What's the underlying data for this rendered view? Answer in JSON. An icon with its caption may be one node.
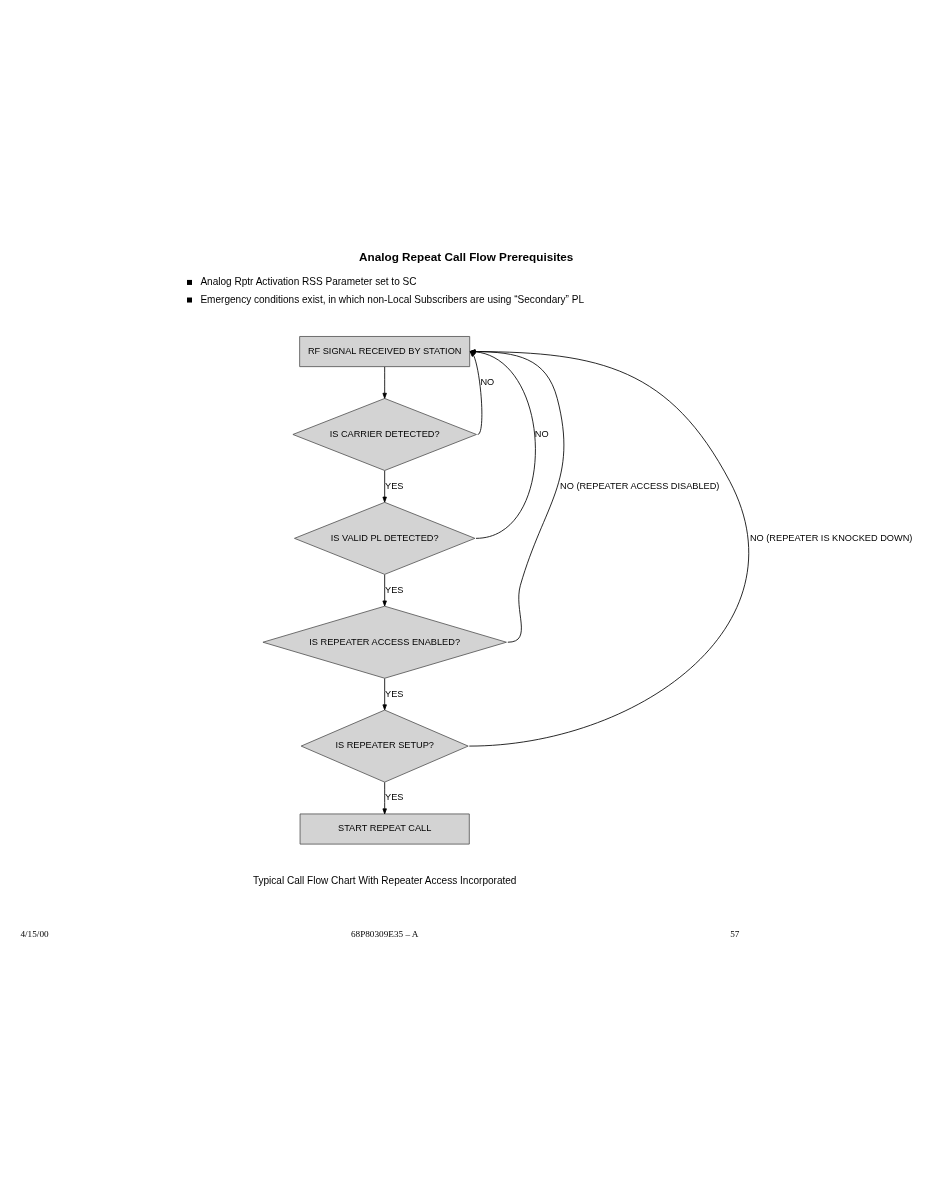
{
  "diagram": {
    "title": "Analog Repeat Call Flow Prerequisites",
    "caption": "Typical Call Flow Chart With Repeater Access Incorporated",
    "nodes": [
      {
        "text": [
          "RF SIGNAL RECEIVED BY STATION"
        ]
      },
      {
        "text": [
          "IS CARRIER DETECTED?"
        ]
      },
      {
        "text": [
          "IS VALID PL DETECTED?"
        ]
      },
      {
        "text": [
          "IS REPEATER ACCESS ENABLED?"
        ]
      },
      {
        "text": [
          "IS REPEATER SETUP?"
        ]
      },
      {
        "text": [
          "START REPEAT CALL"
        ]
      }
    ],
    "edges": [
      {
        "from": 0,
        "to": 1,
        "arrow": "to"
      },
      {
        "from": 1,
        "to": 2,
        "arrow": "to",
        "label": "YES"
      },
      {
        "from": 1,
        "to": 0,
        "arrow": "to",
        "label": "NO"
      },
      {
        "from": 2,
        "to": 3,
        "arrow": "to",
        "label": "YES"
      },
      {
        "from": 2,
        "to": 0,
        "arrow": "to",
        "label": "NO"
      },
      {
        "from": 3,
        "to": 4,
        "arrow": "to",
        "label": "YES"
      },
      {
        "from": 3,
        "to": 0,
        "arrow": "to",
        "label": "NO (REPEATER ACCESS DISABLED)"
      },
      {
        "from": 4,
        "to": 5,
        "arrow": "to",
        "label": "YES"
      },
      {
        "from": 4,
        "to": 0,
        "arrow": "to",
        "label": "NO (REPEATER IS KNOCKED DOWN)"
      }
    ],
    "labels": [
      "Analog Rptr Activation RSS Parameter set to SC",
      "Emergency conditions exist, in which non-Local Subscribers are using “Secondary” PL",
      "4/15/00",
      "68P80309E35 – A",
      "57"
    ]
  }
}
